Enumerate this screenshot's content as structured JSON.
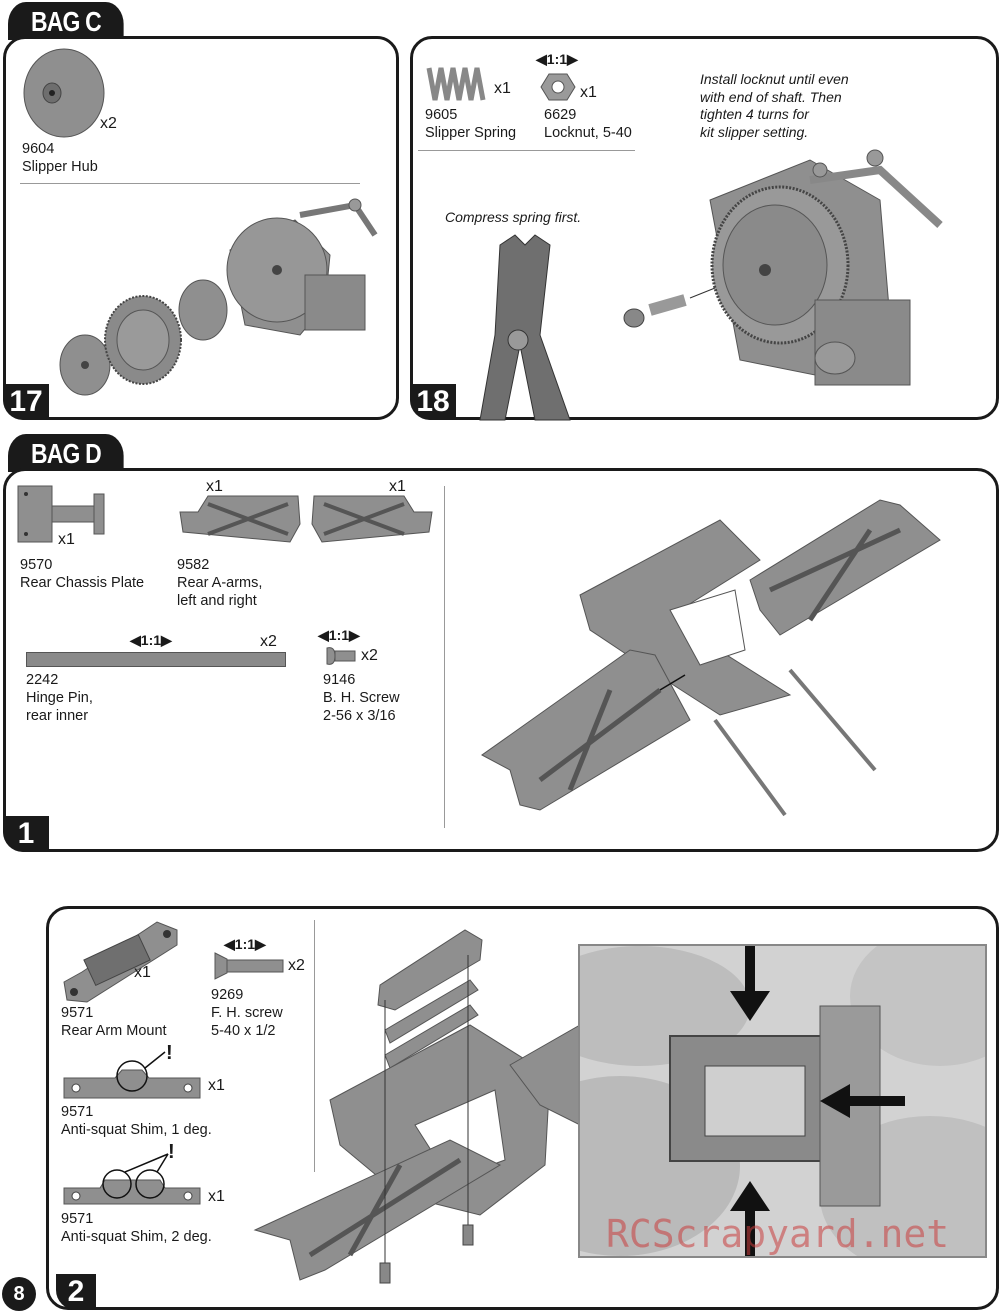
{
  "page_number": "8",
  "watermark": "RCScrapyard.net",
  "scale_label": "1:1",
  "bag_c": {
    "title": "BAG C",
    "step17": {
      "number": "17",
      "parts": [
        {
          "id": "9604",
          "name": "Slipper Hub",
          "qty": "x2"
        }
      ]
    },
    "step18": {
      "number": "18",
      "parts": [
        {
          "id": "9605",
          "name": "Slipper Spring",
          "qty": "x1"
        },
        {
          "id": "6629",
          "name": "Locknut, 5-40",
          "qty": "x1"
        }
      ],
      "note_lines": [
        "Install locknut until even",
        "with end of shaft. Then",
        "tighten 4 turns for",
        "kit slipper setting."
      ],
      "compress_note": "Compress spring first."
    }
  },
  "bag_d": {
    "title": "BAG D",
    "step1": {
      "number": "1",
      "parts": [
        {
          "id": "9570",
          "name": "Rear Chassis Plate",
          "qty": "x1"
        },
        {
          "id": "9582",
          "name": "Rear A-arms,",
          "name2": "left and right",
          "qty": "x1",
          "qty2": "x1"
        },
        {
          "id": "2242",
          "name": "Hinge Pin,",
          "name2": "rear inner",
          "qty": "x2"
        },
        {
          "id": "9146",
          "name": "B. H. Screw",
          "name2": "2-56 x 3/16",
          "qty": "x2"
        }
      ]
    },
    "step2": {
      "number": "2",
      "parts": [
        {
          "id": "9571",
          "name": "Rear Arm Mount",
          "qty": "x1"
        },
        {
          "id": "9269",
          "name": "F. H. screw",
          "name2": "5-40 x 1/2",
          "qty": "x2"
        },
        {
          "id": "9571",
          "name": "Anti-squat Shim, 1 deg.",
          "qty": "x1"
        },
        {
          "id": "9571",
          "name": "Anti-squat Shim, 2 deg.",
          "qty": "x1"
        }
      ],
      "warning_mark": "!"
    }
  }
}
